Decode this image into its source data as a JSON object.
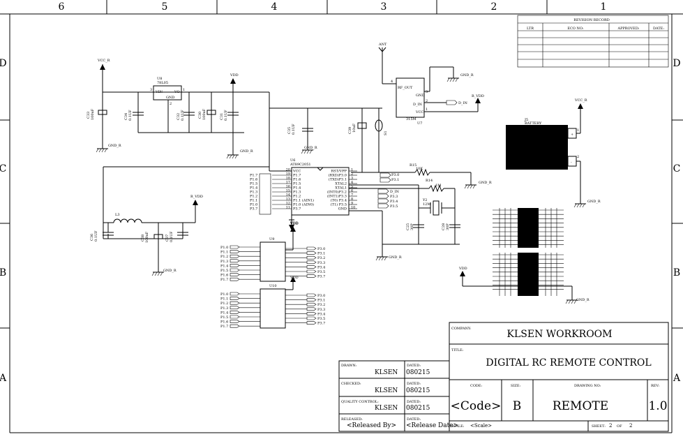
{
  "frame": {
    "columns": [
      "6",
      "5",
      "4",
      "3",
      "2",
      "1"
    ],
    "rows": [
      "D",
      "C",
      "B",
      "A"
    ]
  },
  "revision_record": {
    "title": "REVISION RECORD",
    "headers": [
      "LTR",
      "ECO NO:",
      "APPROVED:",
      "DATE:"
    ]
  },
  "nets": {
    "vcc_r": "VCC_R",
    "vdd": "VDD",
    "gnd_r": "GND_R",
    "r_vdd": "R_VDD",
    "ant": "ANT",
    "d_in": "D_IN",
    "p3_0": "P3.0",
    "p3_1": "P3.1"
  },
  "components": {
    "u8": {
      "ref": "U8",
      "part": "78L05",
      "vin": "VIN",
      "vo": "VO",
      "gnd": "GND",
      "pin_in": "3",
      "pin_out": "1",
      "pin_gnd": "2"
    },
    "c33": {
      "ref": "C33",
      "value": "100uF"
    },
    "c34": {
      "ref": "C34",
      "value": "0.1UF"
    },
    "c32": {
      "ref": "C32",
      "value": "0.1UF"
    },
    "c30": {
      "ref": "C30",
      "value": "100uF"
    },
    "c31": {
      "ref": "C31",
      "value": "0.1UF"
    },
    "c35": {
      "ref": "C35",
      "value": "0.1UF"
    },
    "c39": {
      "ref": "C39",
      "value": "10uF"
    },
    "s1": {
      "ref": "S1"
    },
    "u7": {
      "ref": "U7",
      "part": "315M",
      "rf_out": "RF_OUT",
      "gnd": "GND",
      "d_in": "D_IN",
      "vcc": "VCC",
      "pin4": "4",
      "pin3": "3",
      "pin2": "2",
      "pin1": "1"
    },
    "u6": {
      "ref": "U6",
      "part": "AT89C2051"
    },
    "r15": {
      "ref": "R15",
      "value": "10K"
    },
    "r14": {
      "ref": "R14",
      "value": "1M"
    },
    "y2": {
      "ref": "Y2",
      "value": "12M"
    },
    "c25": {
      "ref": "C25",
      "value": "30P"
    },
    "c28": {
      "ref": "C28",
      "value": "30P"
    },
    "l3": {
      "ref": "L3"
    },
    "c36": {
      "ref": "C36",
      "value": "0.1UF"
    },
    "c38": {
      "ref": "C38",
      "value": "100uF"
    },
    "c37": {
      "ref": "C37",
      "value": "0.1UF"
    },
    "u9": {
      "ref": "U9"
    },
    "u10": {
      "ref": "U10"
    },
    "j5": {
      "ref": "J5",
      "part": "BATTERY",
      "plus": "+",
      "minus": "-",
      "pin1": "1",
      "pin2": "2"
    }
  },
  "u6_left_pins": [
    {
      "num": "20",
      "name": "VCC",
      "net": ""
    },
    {
      "num": "19",
      "name": "P1.7",
      "net": "P1.7"
    },
    {
      "num": "18",
      "name": "P1.6",
      "net": "P1.6"
    },
    {
      "num": "17",
      "name": "P1.5",
      "net": "P1.5"
    },
    {
      "num": "16",
      "name": "P1.4",
      "net": "P1.4"
    },
    {
      "num": "15",
      "name": "P1.3",
      "net": "P1.3"
    },
    {
      "num": "14",
      "name": "P1.2",
      "net": "P1.2"
    },
    {
      "num": "13",
      "name": "P1.1 (AIN1)",
      "net": "P1.1"
    },
    {
      "num": "12",
      "name": "P1.0 (AIN0)",
      "net": "P1.0"
    },
    {
      "num": "11",
      "name": "P3.7",
      "net": "P3.7"
    }
  ],
  "u6_right_pins": [
    {
      "num": "1",
      "name": "RST/VPP",
      "net": ""
    },
    {
      "num": "2",
      "name": "(RXD)P3.0",
      "net": "P3.0"
    },
    {
      "num": "3",
      "name": "(TXD)P3.1",
      "net": "P3.1"
    },
    {
      "num": "4",
      "name": "XTAL2",
      "net": ""
    },
    {
      "num": "5",
      "name": "XTAL1",
      "net": ""
    },
    {
      "num": "6",
      "name": "(INT0)P3.2",
      "net": "D_IN"
    },
    {
      "num": "7",
      "name": "(INT1)P3.3",
      "net": "P3.3"
    },
    {
      "num": "8",
      "name": "(T0) P3.4",
      "net": "P3.4"
    },
    {
      "num": "9",
      "name": "(T1) P3.5",
      "net": "P3.5"
    },
    {
      "num": "10",
      "name": "GND",
      "net": ""
    }
  ],
  "u9_left": [
    "P1.0",
    "P1.1",
    "P1.2",
    "P1.3",
    "P1.4",
    "P1.5",
    "P1.6",
    "P1.7"
  ],
  "u9_right": [
    "P3.0",
    "P3.1",
    "P3.2",
    "P3.3",
    "P3.4",
    "P3.5",
    "P3.7"
  ],
  "u10_left": [
    "P1.0",
    "P1.1",
    "P1.2",
    "P1.3",
    "P1.4",
    "P1.5",
    "P1.6",
    "P1.7"
  ],
  "u10_right": [
    "P3.0",
    "P3.1",
    "P3.2",
    "P3.3",
    "P3.4",
    "P3.5",
    "P3.7"
  ],
  "title_block": {
    "company_label": "COMPANY:",
    "company": "KLSEN WORKROOM",
    "title_label": "TITLE:",
    "title": "DIGITAL RC REMOTE CONTROL",
    "code_label": "CODE:",
    "code": "<Code>",
    "size_label": "SIZE:",
    "size": "B",
    "drawing_no_label": "DRAWING NO:",
    "drawing_no": "REMOTE",
    "rev_label": "REV:",
    "rev": "1.0",
    "scale_label": "SCALE:",
    "scale": "<Scale>",
    "sheet_label": "SHEET:",
    "sheet": "2",
    "of_label": "OF",
    "of": "2",
    "drawn_label": "DRAWN:",
    "drawn": "KLSEN",
    "drawn_date_label": "DATED:",
    "drawn_date": "080215",
    "checked_label": "CHECKED:",
    "checked": "KLSEN",
    "checked_date_label": "DATED:",
    "checked_date": "080215",
    "qc_label": "QUALITY CONTROL:",
    "qc": "KLSEN",
    "qc_date_label": "DATED:",
    "qc_date": "080215",
    "released_label": "RELEASED:",
    "released": "<Released By>",
    "released_date_label": "DATED:",
    "released_date": "<Release Date>"
  }
}
